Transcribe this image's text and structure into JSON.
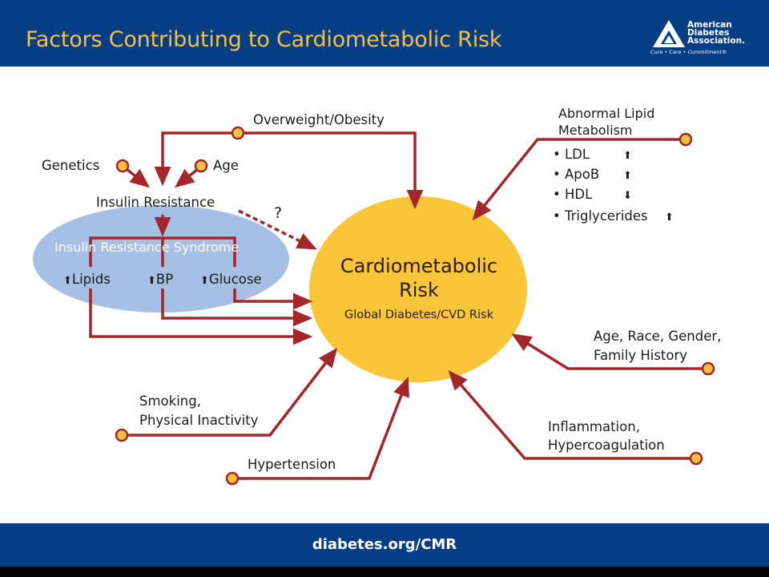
{
  "header": {
    "title": "Factors Contributing to Cardiometabolic Risk"
  },
  "logo": {
    "name": "American\nDiabetes\nAssociation.",
    "tagline": "Cure • Care • Commitment®"
  },
  "footer": {
    "url": "diabetes.org/CMR"
  },
  "colors": {
    "navy": "#063e86",
    "gold": "#f5c144",
    "arrow": "#a3262b",
    "node": "#f6c13a",
    "ellipse": "#a6bfe4",
    "center": "#fac538"
  },
  "icons": {
    "up": "up-arrow-icon",
    "down": "down-arrow-icon"
  },
  "nodes": {
    "overweight": "Overweight/Obesity",
    "genetics": "Genetics",
    "age": "Age",
    "insulin_resistance": "Insulin Resistance",
    "question": "?",
    "syndrome": "Insulin Resistance Syndrome",
    "lipids": "Lipids",
    "bp": "BP",
    "glucose": "Glucose",
    "center_title_1": "Cardiometabolic",
    "center_title_2": "Risk",
    "center_subtitle": "Global Diabetes/CVD Risk",
    "lipid_heading_1": "Abnormal Lipid",
    "lipid_heading_2": "Metabolism",
    "lipid_items": [
      {
        "label": "• LDL",
        "direction": "up"
      },
      {
        "label": "• ApoB",
        "direction": "up"
      },
      {
        "label": "• HDL",
        "direction": "down"
      },
      {
        "label": "• Triglycerides",
        "direction": "up"
      }
    ],
    "demographics_1": "Age, Race, Gender,",
    "demographics_2": "Family History",
    "smoking_1": "Smoking,",
    "smoking_2": "Physical Inactivity",
    "hypertension": "Hypertension",
    "inflammation_1": "Inflammation,",
    "inflammation_2": "Hypercoagulation"
  }
}
